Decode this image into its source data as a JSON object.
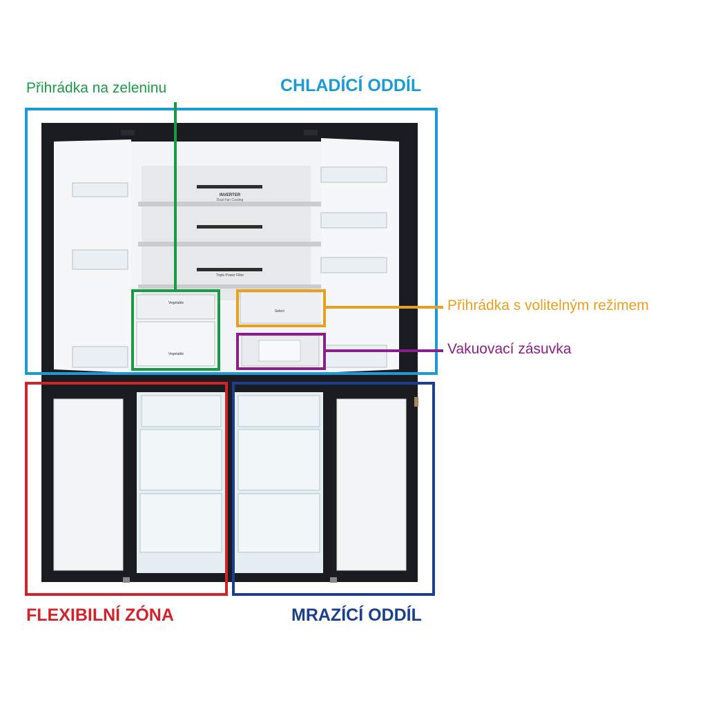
{
  "labels": {
    "chladici": "CHLADÍCÍ ODDÍL",
    "zelenina": "Přihrádka na zeleninu",
    "volitelny": "Přihrádka s volitelným režimem",
    "vakuovaci": "Vakuovací zásuvka",
    "flexibilni": "FLEXIBILNÍ ZÓNA",
    "mrazici": "MRAZÍCÍ ODDÍL"
  },
  "fridge_text": {
    "inverter": "INVERTER",
    "dual_fan": "Dual Fan Cooling",
    "triple_filter": "Triple Power Filter",
    "vegetable_1": "Vegetable",
    "vegetable_2": "Vegetable",
    "select": "Select"
  },
  "colors": {
    "chladici": "#1a9bd7",
    "zelenina": "#1a9a45",
    "volitelny": "#e8a01e",
    "vakuovaci": "#8a1f8a",
    "flexibilni": "#d2232a",
    "mrazici": "#1a3f8f"
  }
}
